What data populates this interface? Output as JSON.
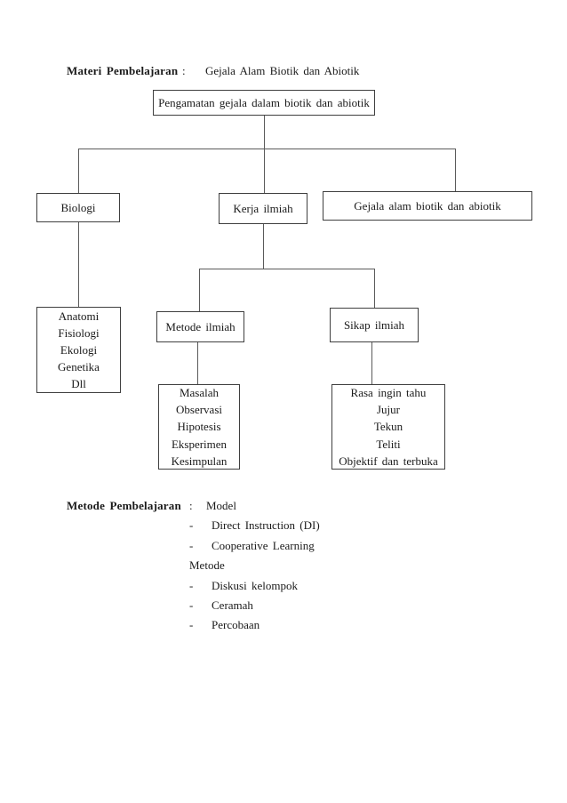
{
  "header": {
    "label": "Materi Pembelajaran",
    "separator": ":",
    "value": "Gejala Alam Biotik dan Abiotik"
  },
  "diagram": {
    "root": {
      "label": "Pengamatan gejala dalam biotik dan abiotik"
    },
    "level1": [
      {
        "label": "Biologi"
      },
      {
        "label": "Kerja ilmiah"
      },
      {
        "label": "Gejala alam biotik dan abiotik"
      }
    ],
    "biologi_detail": {
      "lines": [
        "Anatomi",
        "Fisiologi",
        "Ekologi",
        "Genetika",
        "Dll"
      ]
    },
    "metode_ilmiah": {
      "label": "Metode ilmiah"
    },
    "sikap_ilmiah": {
      "label": "Sikap ilmiah"
    },
    "metode_ilmiah_detail": {
      "lines": [
        "Masalah",
        "Observasi",
        "Hipotesis",
        "Eksperimen",
        "Kesimpulan"
      ]
    },
    "sikap_ilmiah_detail": {
      "lines": [
        "Rasa ingin tahu",
        "Jujur",
        "Tekun",
        "Teliti",
        "Objektif dan terbuka"
      ]
    }
  },
  "methods": {
    "label": "Metode Pembelajaran",
    "rows": [
      {
        "marker": ":",
        "text": "Model"
      },
      {
        "marker": "-",
        "text": "Direct Instruction (DI)"
      },
      {
        "marker": "-",
        "text": "Cooperative Learning"
      },
      {
        "marker": "",
        "text": "Metode"
      },
      {
        "marker": "-",
        "text": "Diskusi kelompok"
      },
      {
        "marker": "-",
        "text": "Ceramah"
      },
      {
        "marker": "-",
        "text": "Percobaan"
      }
    ]
  },
  "colors": {
    "page_background": "#ffffff",
    "text": "#1a1a1a",
    "box_border": "#3f3f3f",
    "connector_line": "#5a5a5a"
  }
}
